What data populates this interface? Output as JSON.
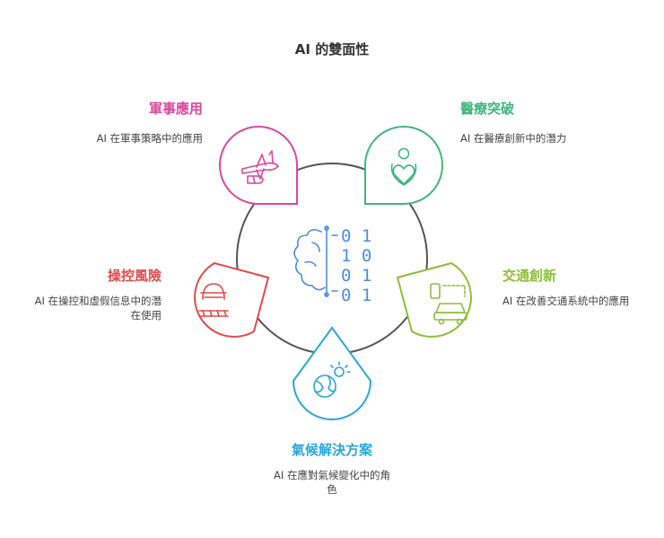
{
  "title": "AI 的雙面性",
  "nodes": [
    {
      "id": "military",
      "title": "軍事應用",
      "desc": "AI 在軍事策略中的應用",
      "color": "#d9479f",
      "icon": "military-plane-icon"
    },
    {
      "id": "medical",
      "title": "醫療突破",
      "desc": "AI 在醫療創新中的潛力",
      "color": "#3fb67e",
      "icon": "heart-hand-icon"
    },
    {
      "id": "manipulation",
      "title": "操控風險",
      "desc": "AI 在操控和虛假信息中的潛在使用",
      "color": "#e04a4a",
      "icon": "masked-figure-icon"
    },
    {
      "id": "traffic",
      "title": "交通創新",
      "desc": "AI 在改善交通系統中的應用",
      "color": "#8cbf3a",
      "icon": "autonomous-car-icon"
    },
    {
      "id": "climate",
      "title": "氣候解決方案",
      "desc": "AI 在應對氣候變化中的角色",
      "color": "#2aa7d9",
      "icon": "globe-sun-icon"
    }
  ],
  "center": {
    "icon": "brain-binary-icon",
    "color": "#4a8fdc",
    "binary": [
      "0 1",
      "1 0",
      "0 1",
      "0 1"
    ]
  },
  "ring_color": "#555555"
}
